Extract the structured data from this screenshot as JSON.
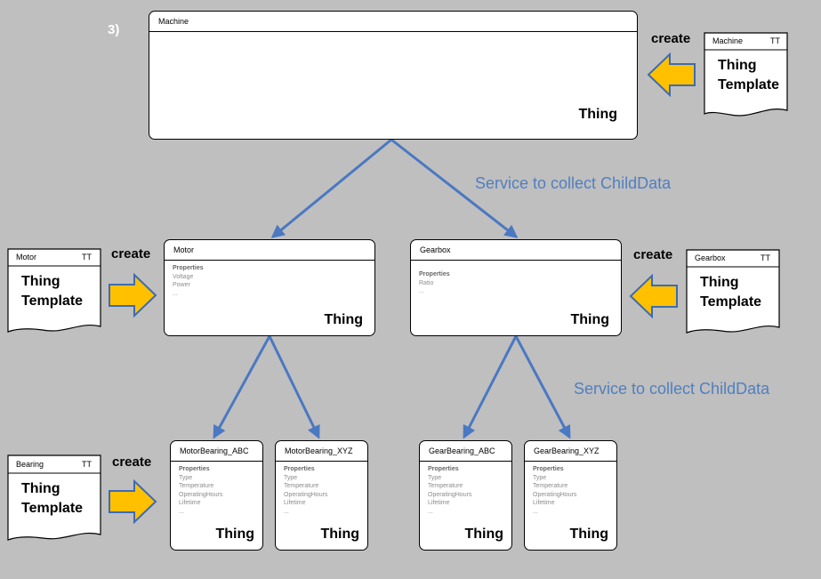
{
  "step_label": "3)",
  "things": {
    "machine": {
      "name": "Machine",
      "type_label": "Thing"
    },
    "motor": {
      "name": "Motor",
      "properties_title": "Properties",
      "properties": [
        "Voltage",
        "Power",
        "..."
      ],
      "type_label": "Thing"
    },
    "gearbox": {
      "name": "Gearbox",
      "properties_title": "Properties",
      "properties": [
        "Ratio",
        "..."
      ],
      "type_label": "Thing"
    },
    "motor_bearing_abc": {
      "name": "MotorBearing_ABC",
      "properties_title": "Properties",
      "properties": [
        "Type",
        "Temperature",
        "OperatingHours",
        "Lifetime",
        "..."
      ],
      "type_label": "Thing"
    },
    "motor_bearing_xyz": {
      "name": "MotorBearing_XYZ",
      "properties_title": "Properties",
      "properties": [
        "Type",
        "Temperature",
        "OperatingHours",
        "Lifetime",
        "..."
      ],
      "type_label": "Thing"
    },
    "gear_bearing_abc": {
      "name": "GearBearing_ABC",
      "properties_title": "Properties",
      "properties": [
        "Type",
        "Temperature",
        "OperatingHours",
        "Lifetime",
        "..."
      ],
      "type_label": "Thing"
    },
    "gear_bearing_xyz": {
      "name": "GearBearing_XYZ",
      "properties_title": "Properties",
      "properties": [
        "Type",
        "Temperature",
        "OperatingHours",
        "Lifetime",
        "..."
      ],
      "type_label": "Thing"
    }
  },
  "templates": {
    "machine": {
      "name": "Machine",
      "tag": "TT",
      "label_line1": "Thing",
      "label_line2": "Template"
    },
    "motor": {
      "name": "Motor",
      "tag": "TT",
      "label_line1": "Thing",
      "label_line2": "Template"
    },
    "gearbox": {
      "name": "Gearbox",
      "tag": "TT",
      "label_line1": "Thing",
      "label_line2": "Template"
    },
    "bearing": {
      "name": "Bearing",
      "tag": "TT",
      "label_line1": "Thing",
      "label_line2": "Template"
    }
  },
  "create_label": "create",
  "service_label": "Service to collect ChildData",
  "colors": {
    "background": "#bfbfbf",
    "connector": "#4a78c2",
    "create_arrow_fill": "#ffc000",
    "create_arrow_stroke": "#3d6bb3",
    "service_text": "#4f7fc0"
  }
}
